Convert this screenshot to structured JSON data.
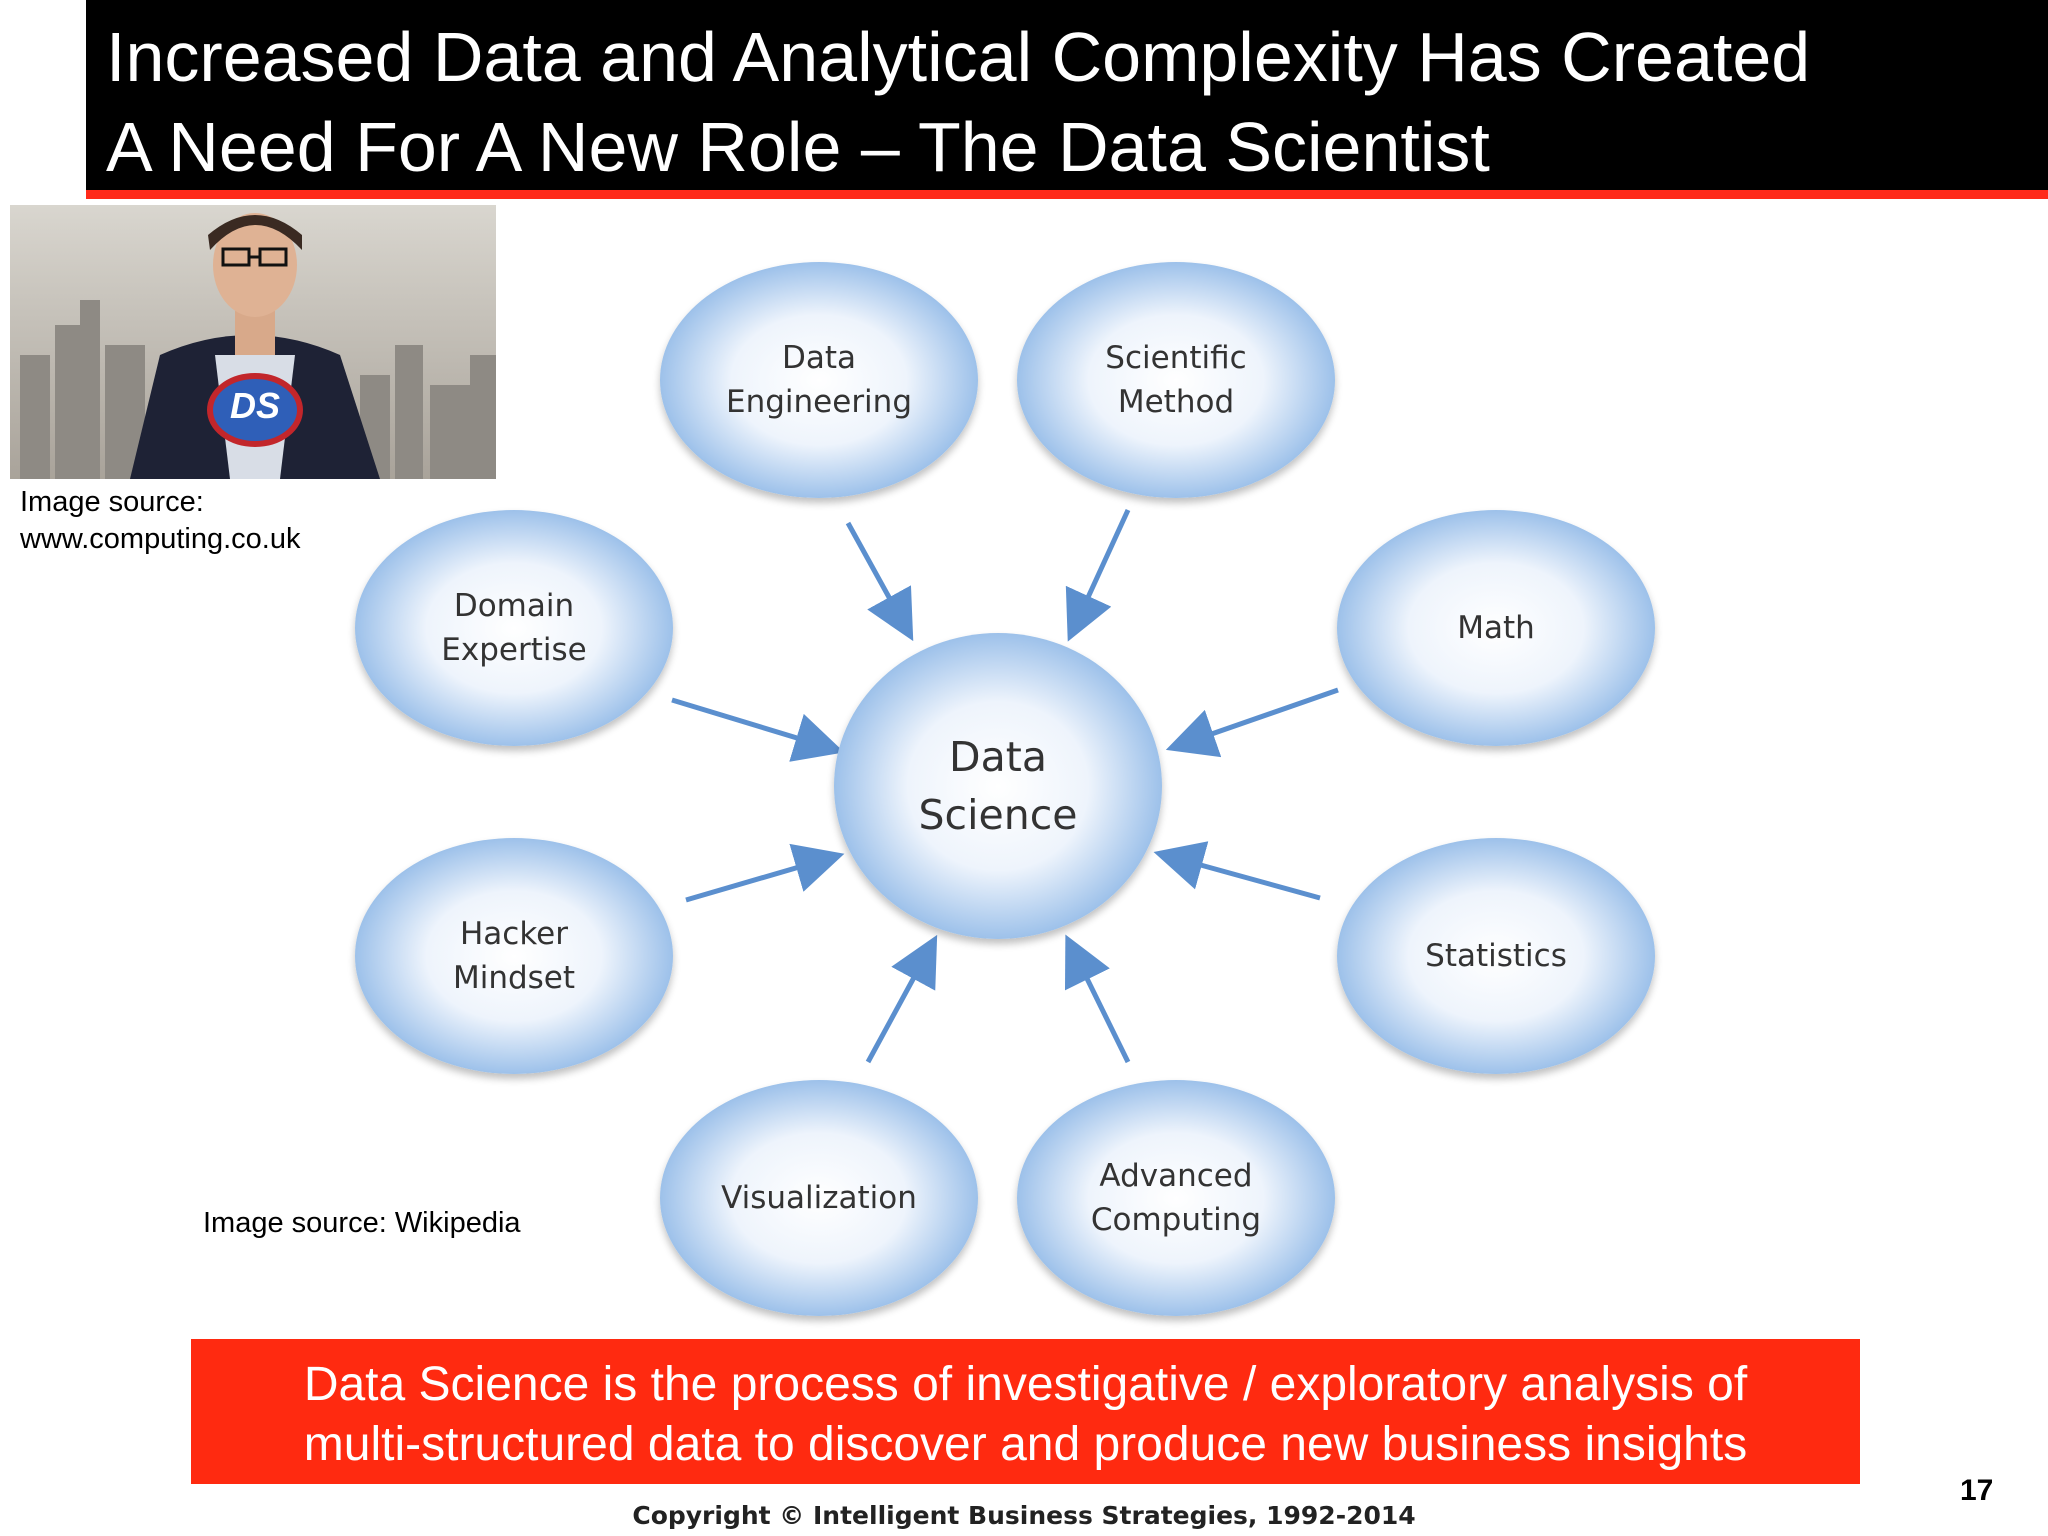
{
  "slide": {
    "title_line1": "Increased Data and Analytical Complexity Has Created",
    "title_line2": "A Need For A New Role – The Data Scientist",
    "image_source_top_line1": "Image source:",
    "image_source_top_line2": "www.computing.co.uk",
    "image_source_bottom": "Image source: Wikipedia",
    "photo_badge": "DS",
    "callout_line1": "Data Science is the process of investigative / exploratory analysis of",
    "callout_line2": "multi-structured data to discover and produce new business insights",
    "page_number": "17",
    "copyright": "Copyright © Intelligent Business Strategies, 1992-2014"
  },
  "diagram": {
    "center": {
      "line1": "Data",
      "line2": "Science"
    },
    "nodes": [
      {
        "id": "data-engineering",
        "line1": "Data",
        "line2": "Engineering"
      },
      {
        "id": "scientific-method",
        "line1": "Scientific",
        "line2": "Method"
      },
      {
        "id": "math",
        "line1": "Math",
        "line2": ""
      },
      {
        "id": "statistics",
        "line1": "Statistics",
        "line2": ""
      },
      {
        "id": "advanced-computing",
        "line1": "Advanced",
        "line2": "Computing"
      },
      {
        "id": "visualization",
        "line1": "Visualization",
        "line2": ""
      },
      {
        "id": "hacker-mindset",
        "line1": "Hacker",
        "line2": "Mindset"
      },
      {
        "id": "domain-expertise",
        "line1": "Domain",
        "line2": "Expertise"
      }
    ]
  },
  "colors": {
    "title_bg": "#000000",
    "accent_red": "#ff2a10",
    "bubble_edge": "#9dc1ea",
    "bubble_center": "#ffffff",
    "arrow": "#5b8fce"
  }
}
